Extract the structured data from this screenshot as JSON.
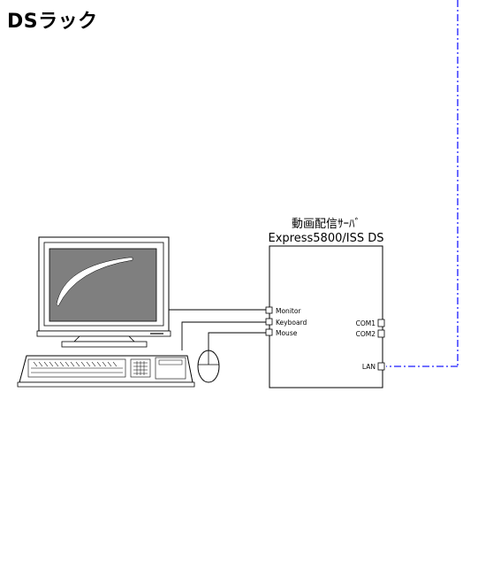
{
  "title": "DSラック",
  "server": {
    "name_line1": "動画配信ｻｰﾊﾞ",
    "name_line2": "Express5800/ISS DS",
    "ports": {
      "monitor": "Monitor",
      "keyboard": "Keyboard",
      "mouse": "Mouse",
      "com1": "COM1",
      "com2": "COM2",
      "lan": "LAN"
    }
  },
  "colors": {
    "line": "#000000",
    "lan_line": "#1a1aff",
    "screen": "#7f7f7f",
    "background": "#ffffff"
  },
  "icons": {
    "computer": "crt-monitor-icon",
    "keyboard": "keyboard-icon",
    "mouse": "mouse-icon"
  }
}
